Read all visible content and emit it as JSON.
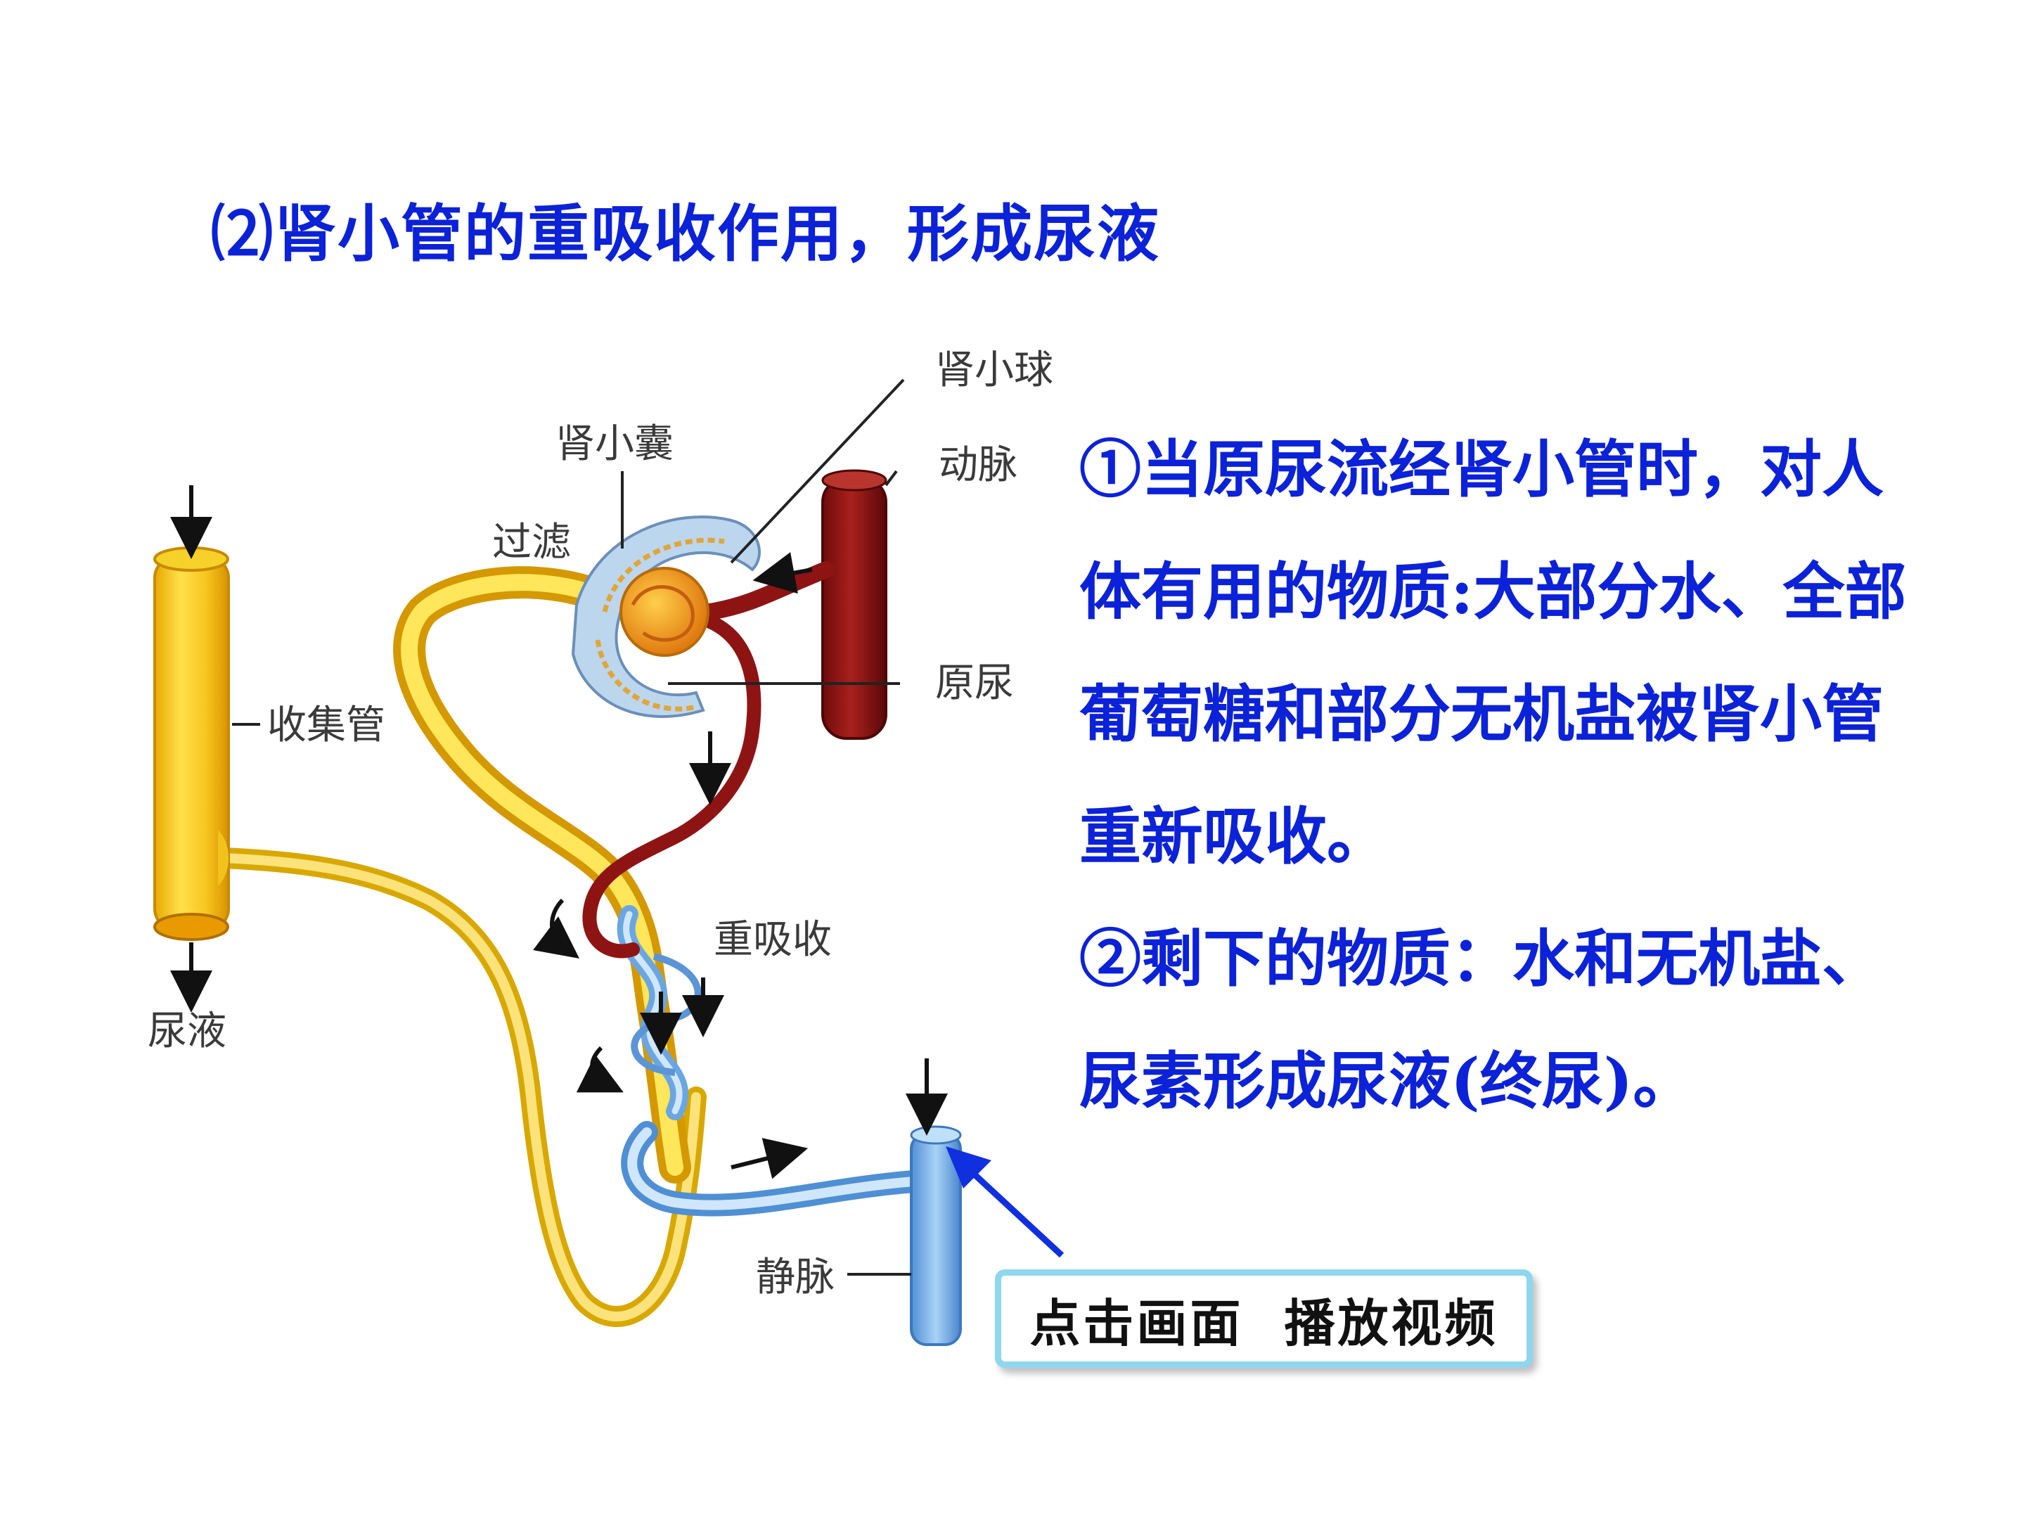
{
  "title": "⑵肾小管的重吸收作用，形成尿液",
  "bullets": [
    "①当原尿流经肾小管时，对人体有用的物质:大部分水、全部葡萄糖和部分无机盐被肾小管重新吸收。",
    "②剩下的物质：水和无机盐、尿素形成尿液(终尿)。"
  ],
  "diagram": {
    "labels": {
      "glomerulus": "肾小球",
      "capsule": "肾小囊",
      "artery": "动脉",
      "filtration": "过滤",
      "primary_urine": "原尿",
      "collecting_duct": "收集管",
      "reabsorption": "重吸收",
      "urine": "尿液",
      "vein": "静脉"
    },
    "colors": {
      "tubule": "#f2cc2a",
      "artery": "#8e1414",
      "vein": "#7cb6e8",
      "glomerulus": "#f0a020",
      "capsule": "#bcd6ee"
    }
  },
  "play_button": {
    "label": "点击画面  播放视频",
    "border_color": "#8fd7ee"
  },
  "colors": {
    "text_blue": "#0b22d8"
  }
}
